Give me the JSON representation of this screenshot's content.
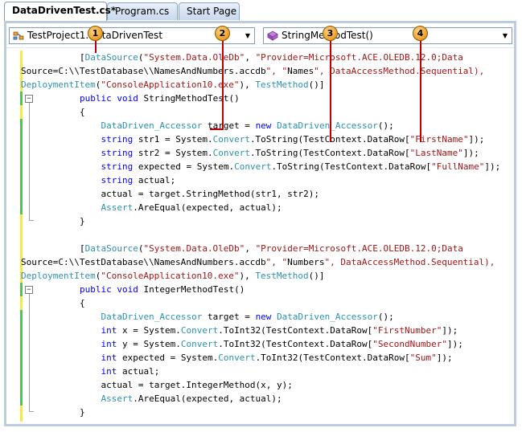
{
  "tabs": [
    {
      "label": "DataDrivenTest.cs*",
      "active": true
    },
    {
      "label": "Program.cs",
      "active": false
    },
    {
      "label": "Start Page",
      "active": false
    }
  ],
  "navbar": {
    "type_combo": {
      "value": "TestProject1.DataDrivenTest",
      "icon": "class-icon"
    },
    "member_combo": {
      "value": "StringMethodTest()",
      "icon": "method-icon"
    }
  },
  "callouts": [
    "1",
    "2",
    "3",
    "4"
  ],
  "code_lines": [
    "        [DataSource(\"System.Data.OleDb\", \"Provider=Microsoft.ACE.OLEDB.12.0;Data",
    "Source=C:\\\\TestDatabase\\\\NamesAndNumbers.accdb\", \"Names\", DataAccessMethod.Sequential),",
    "DeploymentItem(\"ConsoleApplication10.exe\"), TestMethod()]",
    "        public void StringMethodTest()",
    "        {",
    "            DataDriven_Accessor target = new DataDriven_Accessor();",
    "            string str1 = System.Convert.ToString(TestContext.DataRow[\"FirstName\"]);",
    "            string str2 = System.Convert.ToString(TestContext.DataRow[\"LastName\"]);",
    "            string expected = System.Convert.ToString(TestContext.DataRow[\"FullName\"]);",
    "            string actual;",
    "            actual = target.StringMethod(str1, str2);",
    "            Assert.AreEqual(expected, actual);",
    "        }",
    "",
    "        [DataSource(\"System.Data.OleDb\", \"Provider=Microsoft.ACE.OLEDB.12.0;Data",
    "Source=C:\\\\TestDatabase\\\\NamesAndNumbers.accdb\", \"Numbers\", DataAccessMethod.Sequential),",
    "DeploymentItem(\"ConsoleApplication10.exe\"), TestMethod()]",
    "        public void IntegerMethodTest()",
    "        {",
    "            DataDriven_Accessor target = new DataDriven_Accessor();",
    "            int x = System.Convert.ToInt32(TestContext.DataRow[\"FirstNumber\"]);",
    "            int y = System.Convert.ToInt32(TestContext.DataRow[\"SecondNumber\"]);",
    "            int expected = System.Convert.ToInt32(TestContext.DataRow[\"Sum\"]);",
    "            int actual;",
    "            actual = target.IntegerMethod(x, y);",
    "            Assert.AreEqual(expected, actual);",
    "        }"
  ],
  "colors": {
    "keyword": "#0000ff",
    "type": "#2b91af",
    "string": "#a31515",
    "changed_margin": "#f7e84a",
    "saved_margin": "#58c05a",
    "callout": "#c00000"
  }
}
